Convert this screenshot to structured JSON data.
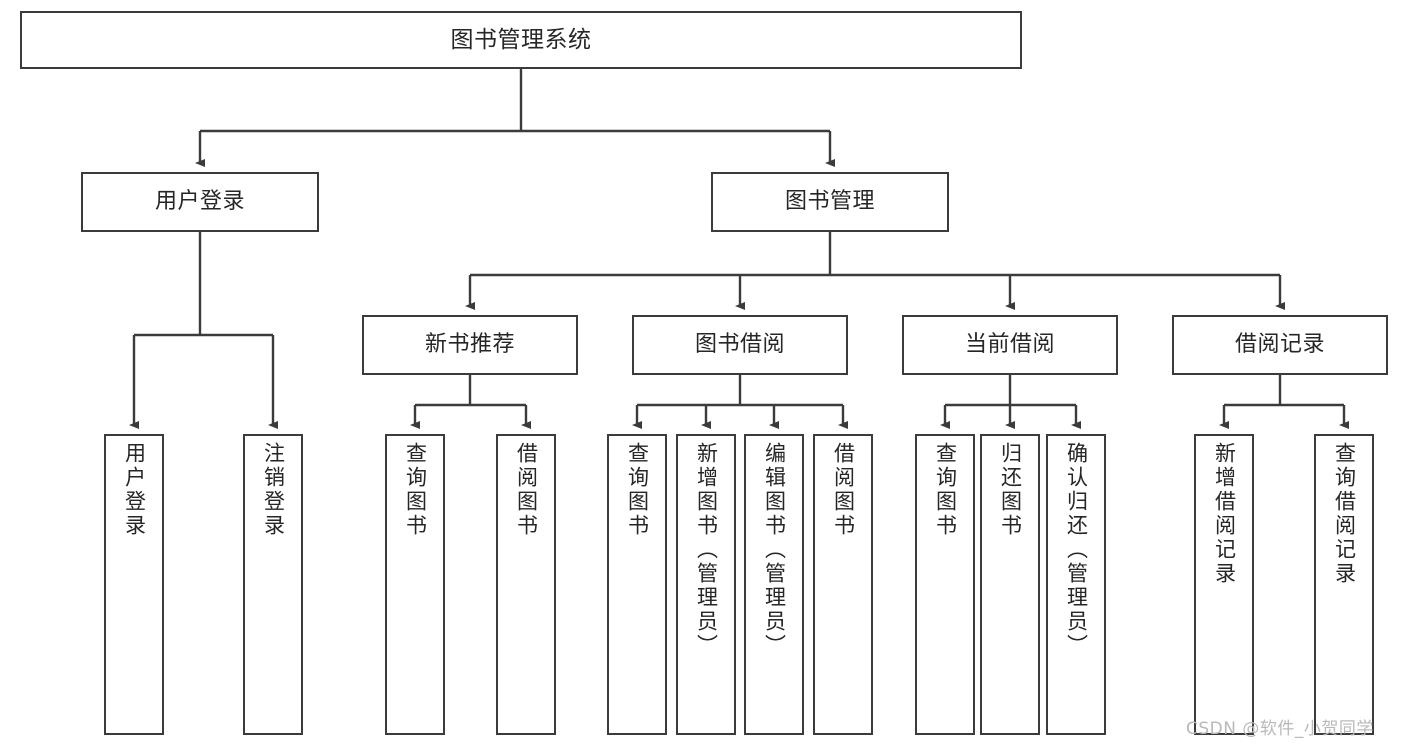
{
  "diagram": {
    "title": "图书管理系统",
    "type": "hierarchy-tree",
    "watermark": "CSDN @软件_小贺同学",
    "colors": {
      "stroke": "#3b3b3b",
      "fill": "#ffffff",
      "text": "#262626",
      "watermark": "#b9b9b9"
    },
    "root": {
      "label": "图书管理系统"
    },
    "level1": [
      {
        "label": "用户登录"
      },
      {
        "label": "图书管理"
      }
    ],
    "level2": [
      {
        "label": "新书推荐"
      },
      {
        "label": "图书借阅"
      },
      {
        "label": "当前借阅"
      },
      {
        "label": "借阅记录"
      }
    ],
    "leaves": {
      "user_login": [
        {
          "label": "用户登录"
        },
        {
          "label": "注销登录"
        }
      ],
      "new_book_recommend": [
        {
          "label": "查询图书"
        },
        {
          "label": "借阅图书"
        }
      ],
      "book_borrow": [
        {
          "label": "查询图书"
        },
        {
          "label": "新增图书（管理员）"
        },
        {
          "label": "编辑图书（管理员）"
        },
        {
          "label": "借阅图书"
        }
      ],
      "current_borrow": [
        {
          "label": "查询图书"
        },
        {
          "label": "归还图书"
        },
        {
          "label": "确认归还（管理员）"
        }
      ],
      "borrow_record": [
        {
          "label": "新增借阅记录"
        },
        {
          "label": "查询借阅记录"
        }
      ]
    }
  }
}
